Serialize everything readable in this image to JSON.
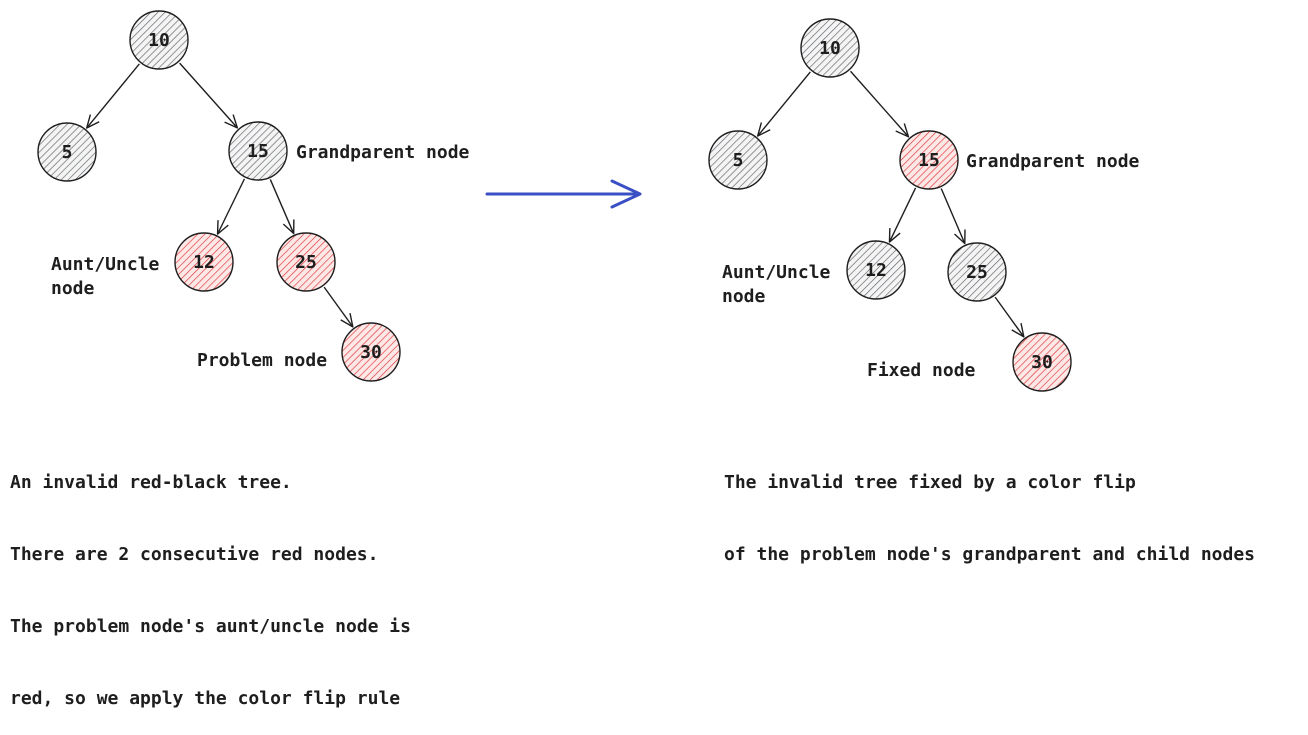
{
  "colors": {
    "black_fill": "#5f6368",
    "red_fill": "#e03131",
    "node_bg_black": "#f4f4f4",
    "node_bg_red": "#fde8e8",
    "stroke": "#1e1e1e",
    "transition_arrow": "#3b4fc4"
  },
  "left_tree": {
    "nodes": [
      {
        "id": "10",
        "value": "10",
        "color": "black"
      },
      {
        "id": "5",
        "value": "5",
        "color": "black"
      },
      {
        "id": "15",
        "value": "15",
        "color": "black"
      },
      {
        "id": "12",
        "value": "12",
        "color": "red"
      },
      {
        "id": "25",
        "value": "25",
        "color": "red"
      },
      {
        "id": "30",
        "value": "30",
        "color": "red"
      }
    ],
    "edges": [
      [
        "10",
        "5"
      ],
      [
        "10",
        "15"
      ],
      [
        "15",
        "12"
      ],
      [
        "15",
        "25"
      ],
      [
        "25",
        "30"
      ]
    ],
    "labels": {
      "grandparent": "Grandparent node",
      "aunt_uncle_line1": "Aunt/Uncle",
      "aunt_uncle_line2": "node",
      "problem": "Problem node"
    },
    "caption": [
      "An invalid red-black tree.",
      "There are 2 consecutive red nodes.",
      "The problem node's aunt/uncle node is",
      "red, so we apply the color flip rule"
    ]
  },
  "right_tree": {
    "nodes": [
      {
        "id": "10",
        "value": "10",
        "color": "black"
      },
      {
        "id": "5",
        "value": "5",
        "color": "black"
      },
      {
        "id": "15",
        "value": "15",
        "color": "red"
      },
      {
        "id": "12",
        "value": "12",
        "color": "black"
      },
      {
        "id": "25",
        "value": "25",
        "color": "black"
      },
      {
        "id": "30",
        "value": "30",
        "color": "red"
      }
    ],
    "edges": [
      [
        "10",
        "5"
      ],
      [
        "10",
        "15"
      ],
      [
        "15",
        "12"
      ],
      [
        "15",
        "25"
      ],
      [
        "25",
        "30"
      ]
    ],
    "labels": {
      "grandparent": "Grandparent node",
      "aunt_uncle_line1": "Aunt/Uncle",
      "aunt_uncle_line2": "node",
      "fixed": "Fixed node"
    },
    "caption": [
      "The invalid tree fixed by a color flip",
      "of the problem node's grandparent and child nodes"
    ]
  }
}
